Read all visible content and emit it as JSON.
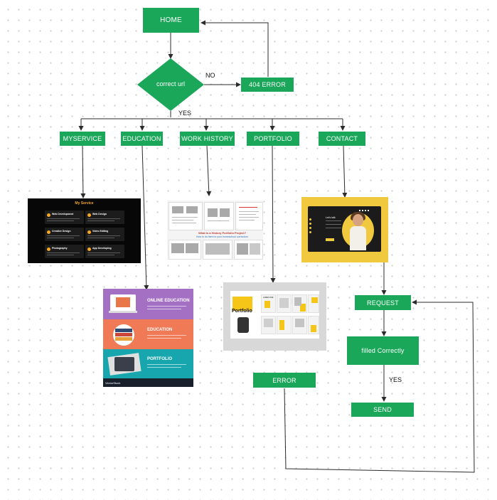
{
  "nodes": {
    "home": "HOME",
    "decision": "correct url",
    "error404": "404 ERROR",
    "myservice": "MYSERVICE",
    "education": "EDUCATION",
    "work_history": "WORK HISTORY",
    "portfolio": "PORTFOLIO",
    "contact": "CONTACT",
    "request": "REQUEST",
    "filled": "filled Correctly",
    "send": "SEND",
    "error": "ERROR"
  },
  "edge_labels": {
    "no": "NO",
    "yes": "YES",
    "yes_send": "YES"
  },
  "thumbnails": {
    "myservice": {
      "title": "My Service",
      "cards": [
        "Web Development",
        "Web Design",
        "Creative Design",
        "Video Editing",
        "Photography",
        "App Developing"
      ]
    },
    "work_history": {
      "headline_1": "What is a History Portfolio Project?",
      "headline_2": "How to do them in your homeschool curriculum"
    },
    "education": {
      "bands": [
        "ONLINE EDUCATION",
        "EDUCATION",
        "PORTFOLIO"
      ],
      "footer": "VectorStock"
    },
    "portfolio": {
      "title": "Portfolio",
      "name": "JAMES DOE"
    },
    "contact": {
      "heading": "Let's talk"
    }
  },
  "colors": {
    "node_green": "#1aa75a",
    "connector": "#2b2b2b",
    "service_accent": "#f5a623",
    "contact_yellow": "#f1c93e",
    "edu_purple": "#a470c4",
    "edu_orange": "#f07a56",
    "edu_teal": "#17a6ad"
  },
  "icons": [
    "arrowhead-icon"
  ]
}
